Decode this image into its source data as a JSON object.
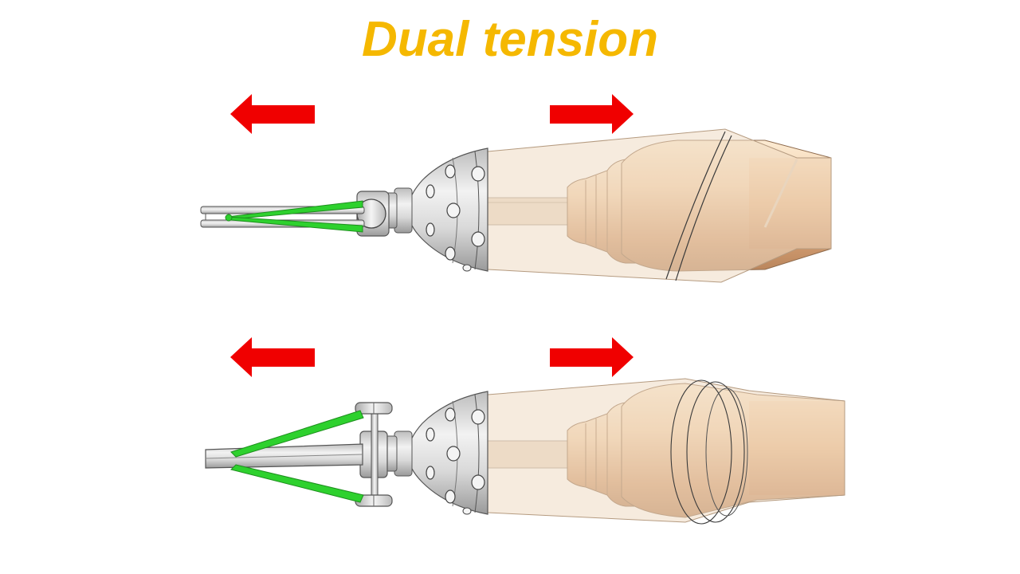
{
  "title": "Dual tension",
  "colors": {
    "title": "#F5B800",
    "arrow": "#F00000",
    "tendon": "#2ED12E",
    "tendon_edge": "#1E8F1E",
    "metal_light": "#F4F4F4",
    "metal_dark": "#8A8A8A",
    "skin_light": "#FAE7CE",
    "skin_dark": "#D9A679",
    "bulb_light": "#FFF3DC",
    "bulb_dark": "#B47F56",
    "outline": "#3A3A3A"
  },
  "panels": [
    {
      "id": "top",
      "state": "closed"
    },
    {
      "id": "bottom",
      "state": "open"
    }
  ],
  "icons": [
    "arrow-left-icon",
    "arrow-right-icon"
  ]
}
